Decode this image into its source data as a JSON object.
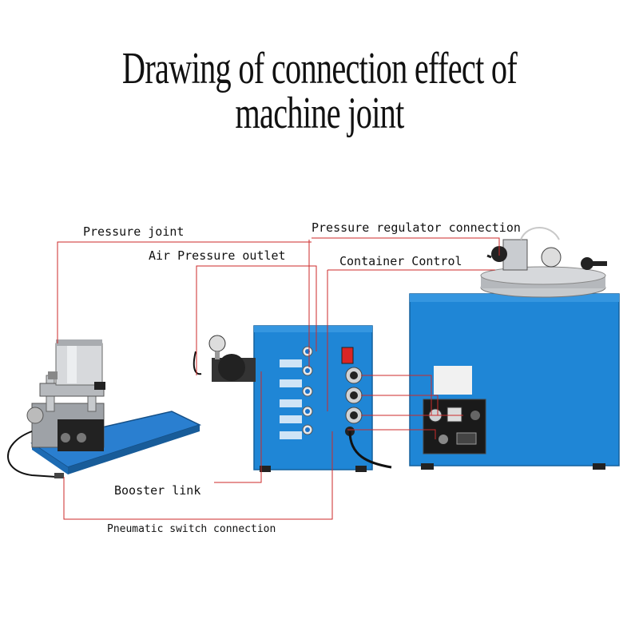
{
  "title": "Drawing of connection effect of machine joint",
  "labels": {
    "pressure_joint": "Pressure joint",
    "air_pressure_outlet": "Air Pressure outlet",
    "pressure_regulator_connection": "Pressure regulator connection",
    "container_control": "Container Control",
    "booster_link": "Booster link",
    "pneumatic_switch_connection": "Pneumatic switch connection"
  },
  "colors": {
    "leader_line": "#cc2a2a",
    "machine_blue": "#1f86d6",
    "machine_blue_dark": "#1467ad",
    "steel": "#b9bcc0",
    "black": "#1b1b1b"
  }
}
